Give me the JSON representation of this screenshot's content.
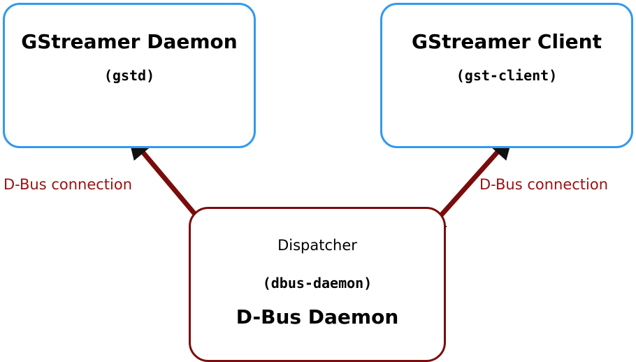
{
  "colors": {
    "box_blue_border": "#3399ee",
    "box_red_border": "#7a0c0c",
    "arrow": "#7a0c0c",
    "arrowhead": "#111111",
    "label_red": "#991111"
  },
  "nodes": {
    "gstd": {
      "title": "GStreamer Daemon",
      "subtitle": "(gstd)"
    },
    "client": {
      "title": "GStreamer Client",
      "subtitle": "(gst-client)"
    },
    "dbus": {
      "role": "Dispatcher",
      "subtitle": "(dbus-daemon)",
      "title": "D-Bus Daemon"
    }
  },
  "labels": {
    "left_connection": "D-Bus connection",
    "right_connection": "D-Bus connection"
  }
}
